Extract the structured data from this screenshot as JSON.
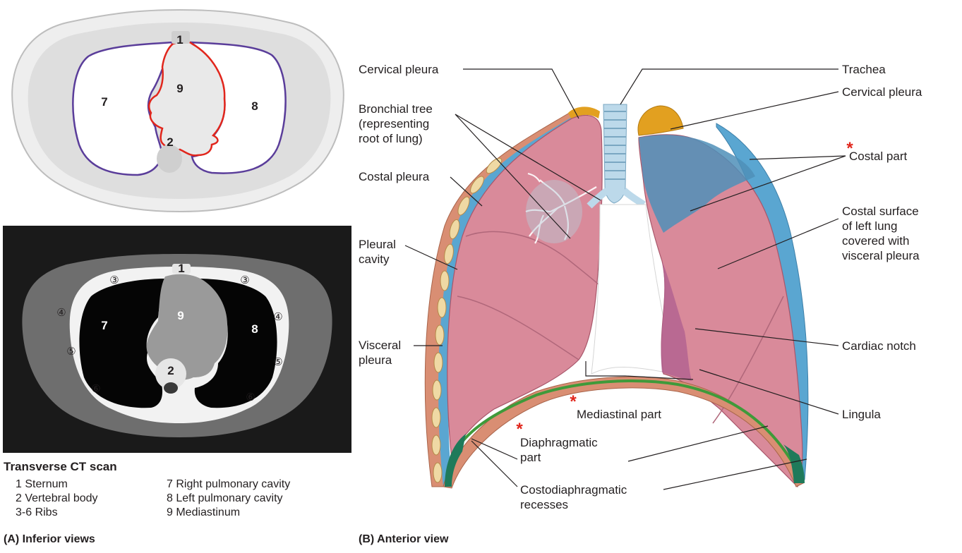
{
  "panelA": {
    "title": "(A)  Inferior views",
    "schematic_numbers": [
      "1",
      "9",
      "7",
      "8",
      "2"
    ],
    "ct_numbers": [
      "1",
      "9",
      "7",
      "8",
      "2"
    ],
    "rib_markers": [
      "③",
      "③",
      "④",
      "④",
      "⑤",
      "⑤",
      "⑥",
      "⑥"
    ],
    "caption": "Transverse CT scan",
    "legend": [
      {
        "text": "1  Sternum"
      },
      {
        "text": "2  Vertebral body"
      },
      {
        "text": "3-6  Ribs"
      },
      {
        "text": "7  Right pulmonary cavity"
      },
      {
        "text": "8  Left pulmonary cavity"
      },
      {
        "text": "9  Mediastinum"
      }
    ],
    "colors": {
      "pulmonary_outline": "#5a3d9a",
      "mediastinum_outline": "#e1261c"
    }
  },
  "panelB": {
    "title": "(B)  Anterior view",
    "labels": {
      "cervical_pleura_left": "Cervical pleura",
      "bronchial_tree": "Bronchial tree\n(representing\nroot of lung)",
      "costal_pleura": "Costal pleura",
      "pleural_cavity": "Pleural\ncavity",
      "visceral_pleura": "Visceral\npleura",
      "mediastinal_part": "Mediastinal part",
      "diaphragmatic_part": "Diaphragmatic\npart",
      "costodiaphragmatic_recesses": "Costodiaphragmatic\nrecesses",
      "trachea": "Trachea",
      "cervical_pleura_right": "Cervical pleura",
      "costal_part": "Costal part",
      "costal_surface": "Costal surface\nof left lung\ncovered with\nvisceral pleura",
      "cardiac_notch": "Cardiac notch",
      "lingula": "Lingula"
    },
    "asterisk": "*",
    "colors": {
      "lung": "#d98a9a",
      "pleura": "#4f9cc7",
      "cervical": "#e2a020",
      "diaphragm": "#3f9a3a",
      "asterisk": "#e1261c"
    }
  }
}
